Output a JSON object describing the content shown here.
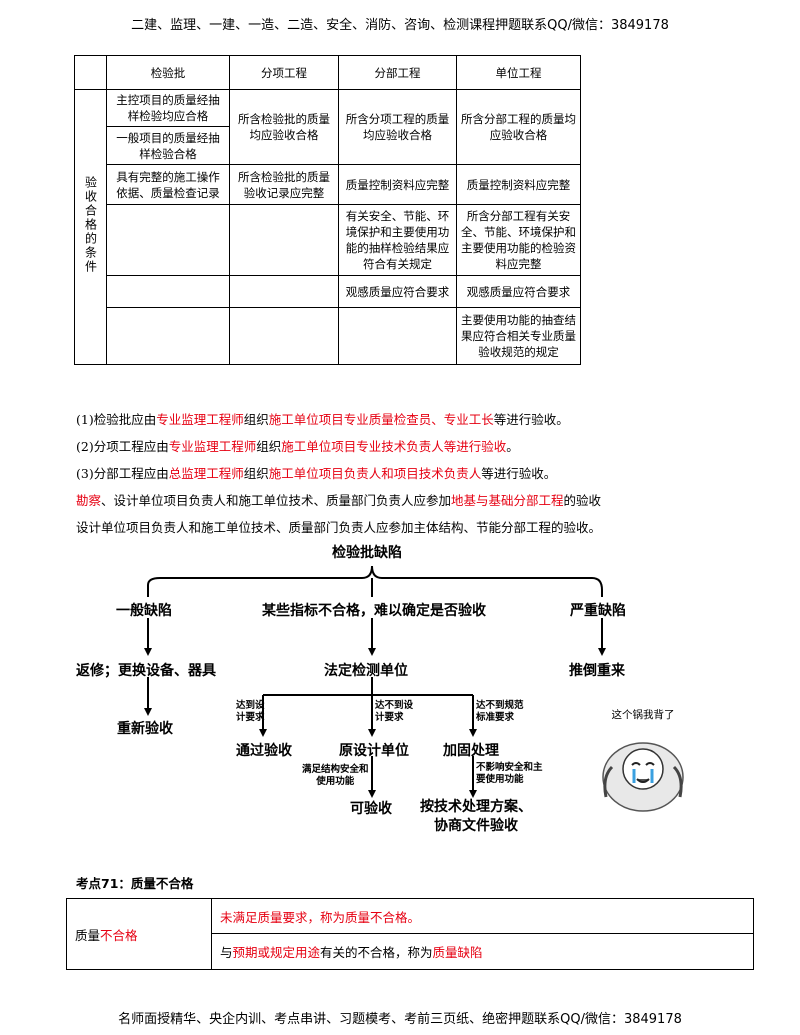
{
  "header": "二建、监理、一建、一造、二造、安全、消防、咨询、检测课程押题联系QQ/微信：3849178",
  "footer": "名师面授精华、央企内训、考点串讲、习题模考、考前三页纸、绝密押题联系QQ/微信：3849178",
  "table1": {
    "headers": [
      "检验批",
      "分项工程",
      "分部工程",
      "单位工程"
    ],
    "side_label": "验收合格的条件",
    "c_r1_a": "主控项目的质量经抽样检验均应合格",
    "c_r1_b": "一般项目的质量经抽样检验合格",
    "c_r1_fx": "所含检验批的质量均应验收合格",
    "c_r1_fb": "所含分项工程的质量均应验收合格",
    "c_r1_dw": "所含分部工程的质量均应验收合格",
    "c_r2_jyp": "具有完整的施工操作依据、质量检查记录",
    "c_r2_fx": "所含检验批的质量验收记录应完整",
    "c_r2_fb": "质量控制资料应完整",
    "c_r2_dw": "质量控制资料应完整",
    "c_r3_fb": "有关安全、节能、环境保护和主要使用功能的抽样检验结果应符合有关规定",
    "c_r3_dw": "所含分部工程有关安全、节能、环境保护和主要使用功能的检验资料应完整",
    "c_r4_fb": "观感质量应符合要求",
    "c_r4_dw": "观感质量应符合要求",
    "c_r5_dw": "主要使用功能的抽查结果应符合相关专业质量验收规范的规定"
  },
  "paras": {
    "p1": {
      "a": "(1)检验批应由",
      "b": "专业监理工程师",
      "c": "组织",
      "d": "施工单位项目专业质量检查员、专业工长",
      "e": "等进行验收。"
    },
    "p2": {
      "a": "(2)分项工程应由",
      "b": "专业监理工程师",
      "c": "组织",
      "d": "施工单位项目专业技术负责人等进行验收",
      "e": "。"
    },
    "p3": {
      "a": "(3)分部工程应由",
      "b": "总监理工程师",
      "c": "组织",
      "d": "施工单位项目负责人和项目技术负责人",
      "e": "等进行验收。"
    },
    "p4": {
      "a": "勘察",
      "b": "、设计单位项目负责人和施工单位技术、质量部门负责人应参加",
      "c": "地基与基础分部工程",
      "d": "的验收"
    },
    "p5": "设计单位项目负责人和施工单位技术、质量部门负责人应参加主体结构、节能分部工程的验收。"
  },
  "diagram": {
    "root": "检验批缺陷",
    "general": "一般缺陷",
    "mid": "某些指标不合格，难以确定是否验收",
    "serious": "严重缺陷",
    "rework": "返修；更换设备、器具",
    "institute": "法定检测单位",
    "demolish": "推倒重来",
    "reaccept": "重新验收",
    "lbl_meet_design": "达到设\n计要求",
    "lbl_not_meet_design": "达不到设\n计要求",
    "lbl_not_meet_std": "达不到规范\n标准要求",
    "pass": "通过验收",
    "orig_design": "原设计单位",
    "reinforce": "加固处理",
    "lbl_satisfy": "满足结构安全和\n使用功能",
    "lbl_no_affect": "不影响安全和主\n要使用功能",
    "acceptable": "可验收",
    "tech_plan": "按技术处理方案、\n协商文件验收",
    "meme_caption": "这个锅我背了"
  },
  "section": {
    "title": "考点71：质量不合格",
    "row_label_a": "质量",
    "row_label_b": "不合格",
    "r1": "未满足质量要求，称为质量不合格。",
    "r2": {
      "a": "与",
      "b": "预期或规定用途",
      "c": "有关的不合格，称为",
      "d": "质量缺陷"
    }
  }
}
